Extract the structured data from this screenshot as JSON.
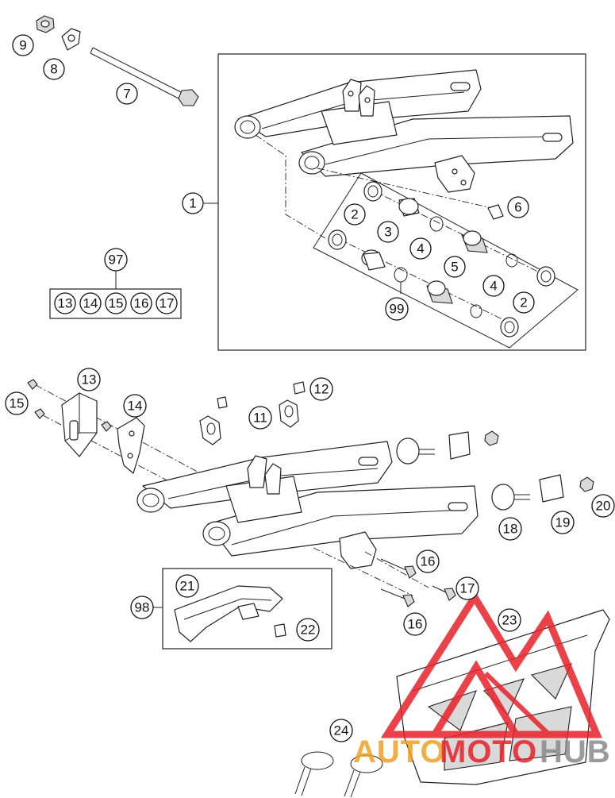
{
  "callouts": {
    "c1": "1",
    "c2a": "2",
    "c2b": "2",
    "c3": "3",
    "c4a": "4",
    "c4b": "4",
    "c5": "5",
    "c6": "6",
    "c7": "7",
    "c8": "8",
    "c9": "9",
    "c11": "11",
    "c12": "12",
    "c13": "13",
    "c14": "14",
    "c15": "15",
    "c16a": "16",
    "c16b": "16",
    "c17": "17",
    "c18": "18",
    "c19": "19",
    "c20": "20",
    "c21": "21",
    "c22": "22",
    "c23": "23",
    "c24": "24",
    "c97": "97",
    "c98": "98",
    "c99": "99"
  },
  "kit97": [
    "13",
    "14",
    "15",
    "16",
    "17"
  ],
  "watermark": {
    "auto": "AUTO",
    "moto": "MOTO",
    "hub": "HUB",
    "color_red": "#e8202a",
    "color_orange": "#f0a020",
    "color_gray": "#8a8a8a"
  }
}
